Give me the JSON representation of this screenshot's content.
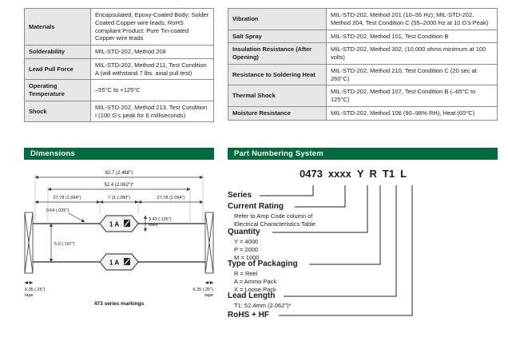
{
  "colors": {
    "accent_green": "#006B3C",
    "table_label_bg": "#e7e7e7",
    "table_border": "#8c8c8c"
  },
  "tables": {
    "left": {
      "rows": [
        {
          "label": "Materials",
          "value": "Encapsulated, Epoxy-Coated Body; Solder Coated Copper wire leads; RoHS compliant Product: Pure Tin-coated Copper wire leads"
        },
        {
          "label": "Solderability",
          "value": "MIL-STD-202, Method 208"
        },
        {
          "label": "Lead Pull Force",
          "value": "MIL-STD-202, Method 211, Test Condition A (will withstand 7 lbs. axial pull test)"
        },
        {
          "label": "Operating Temperature",
          "value": "–55°C to +125°C"
        },
        {
          "label": "Shock",
          "value": "MIL-STD-202, Method 213, Test Condition I (100 G's peak for 6 milliseconds)"
        }
      ]
    },
    "right": {
      "rows": [
        {
          "label": "Vibration",
          "value": "MIL-STD-202, Method 201 (10–55 Hz); MIL-STD-202, Method 204, Test Condition C (55–2000 Hz at 10 G's Peak)"
        },
        {
          "label": "Salt Spray",
          "value": "MIL-STD-202, Method 101, Test Condition B"
        },
        {
          "label": "Insulation Resistance (After Opening)",
          "value": "MIL-STD-202, Method 302, (10,000 ohms minimum at 100 volts)"
        },
        {
          "label": "Resistance to Soldering Heat",
          "value": "MIL-STD-202, Method 210, Test Condition C (20 sec at 260°C)"
        },
        {
          "label": "Thermal Shock",
          "value": "MIL-STD-202, Method 107, Test Condition B (–65°C to 125°C)"
        },
        {
          "label": "Moisture Resistance",
          "value": "MIL-STD-202, Method 106 (90–98% RH), Heat (65°C)"
        }
      ]
    }
  },
  "sections": {
    "dimensions": {
      "title": "Dimensions"
    },
    "part_numbering": {
      "title": "Part Numbering System"
    }
  },
  "dimensions_drawing": {
    "total_length": "62.7 (2.468\")",
    "lead_spacing": "52.4 (2.062\")*",
    "lead_left": "27.78 (1.094\")",
    "body_length": "7.11 (.280\")",
    "lead_right": "27.78 (1.094\")",
    "lead_diameter": "0.64 (.025\")",
    "body_diameter": "3.43 (.135\")",
    "body_diameter_max": "MAX",
    "tape_pitch": "5.0 (.197\")",
    "tape_width_left": "6.35 (.25\")",
    "tape_word_left": "tape",
    "tape_width_right": "6.35 (.25\")",
    "tape_word_right": "tape",
    "marking_top": "1 A",
    "marking_bottom": "1 A",
    "caption": "473 series markings"
  },
  "part_numbering": {
    "code": [
      "0473",
      "xxxx",
      "Y",
      "R",
      "T1",
      "L"
    ],
    "items": [
      {
        "label": "Series"
      },
      {
        "label": "Current Rating",
        "lines": [
          "Refer to Amp Code column of",
          "Electrical Characteristics Table"
        ]
      },
      {
        "label": "Quantity",
        "lines": [
          "Y = 4000",
          "P = 2000",
          "M = 1000"
        ]
      },
      {
        "label": "Type of Packaging",
        "lines": [
          "R = Reel",
          "A = Ammo Pack",
          "X = Loose Pack"
        ]
      },
      {
        "label": "Lead Length",
        "lines": [
          "T1: 52.4mm (2.062\")*"
        ]
      },
      {
        "label": "RoHS + HF"
      }
    ]
  }
}
